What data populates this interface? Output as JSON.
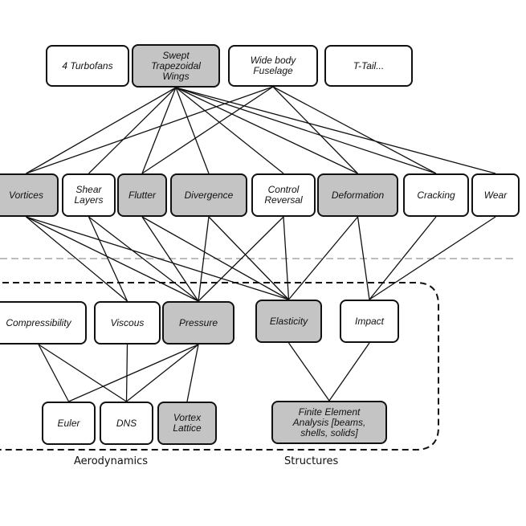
{
  "colors": {
    "shaded": "#c4c4c4",
    "stroke": "#111111",
    "divider": "#bdbdbd"
  },
  "nodes": {
    "turbofans": {
      "label": "4 Turbofans",
      "shaded": false
    },
    "swept_wings": {
      "label": "Swept\nTrapezoidal\nWings",
      "shaded": true
    },
    "widebody": {
      "label": "Wide body\nFuselage",
      "shaded": false
    },
    "ttail": {
      "label": "T-Tail...",
      "shaded": false
    },
    "vortices": {
      "label": "Vortices",
      "shaded": true
    },
    "shear_layers": {
      "label": "Shear\nLayers",
      "shaded": false
    },
    "flutter": {
      "label": "Flutter",
      "shaded": true
    },
    "divergence": {
      "label": "Divergence",
      "shaded": true
    },
    "control_reversal": {
      "label": "Control\nReversal",
      "shaded": false
    },
    "deformation": {
      "label": "Deformation",
      "shaded": true
    },
    "cracking": {
      "label": "Cracking",
      "shaded": false
    },
    "wear": {
      "label": "Wear",
      "shaded": false
    },
    "compressibility": {
      "label": "Compressibility",
      "shaded": false
    },
    "viscous": {
      "label": "Viscous",
      "shaded": false
    },
    "pressure": {
      "label": "Pressure",
      "shaded": true
    },
    "elasticity": {
      "label": "Elasticity",
      "shaded": true
    },
    "impact": {
      "label": "Impact",
      "shaded": false
    },
    "euler": {
      "label": "Euler",
      "shaded": false
    },
    "dns": {
      "label": "DNS",
      "shaded": false
    },
    "vortex_lattice": {
      "label": "Vortex\nLattice",
      "shaded": true
    },
    "fea": {
      "label": "Finite Element\nAnalysis [beams,\nshells, solids]",
      "shaded": true
    }
  },
  "groups": {
    "aerodynamics": "Aerodynamics",
    "structures": "Structures"
  },
  "edges": [
    [
      "swept_wings",
      "vortices"
    ],
    [
      "swept_wings",
      "shear_layers"
    ],
    [
      "swept_wings",
      "flutter"
    ],
    [
      "swept_wings",
      "divergence"
    ],
    [
      "swept_wings",
      "control_reversal"
    ],
    [
      "swept_wings",
      "deformation"
    ],
    [
      "swept_wings",
      "cracking"
    ],
    [
      "swept_wings",
      "wear"
    ],
    [
      "widebody",
      "vortices"
    ],
    [
      "widebody",
      "flutter"
    ],
    [
      "widebody",
      "deformation"
    ],
    [
      "widebody",
      "cracking"
    ],
    [
      "vortices",
      "pressure"
    ],
    [
      "vortices",
      "viscous"
    ],
    [
      "vortices",
      "elasticity"
    ],
    [
      "shear_layers",
      "viscous"
    ],
    [
      "shear_layers",
      "pressure"
    ],
    [
      "flutter",
      "pressure"
    ],
    [
      "flutter",
      "elasticity"
    ],
    [
      "divergence",
      "pressure"
    ],
    [
      "divergence",
      "elasticity"
    ],
    [
      "control_reversal",
      "pressure"
    ],
    [
      "control_reversal",
      "elasticity"
    ],
    [
      "deformation",
      "elasticity"
    ],
    [
      "deformation",
      "impact"
    ],
    [
      "cracking",
      "impact"
    ],
    [
      "wear",
      "impact"
    ],
    [
      "compressibility",
      "euler"
    ],
    [
      "compressibility",
      "dns"
    ],
    [
      "viscous",
      "dns"
    ],
    [
      "pressure",
      "euler"
    ],
    [
      "pressure",
      "dns"
    ],
    [
      "pressure",
      "vortex_lattice"
    ],
    [
      "elasticity",
      "fea"
    ],
    [
      "impact",
      "fea"
    ]
  ]
}
